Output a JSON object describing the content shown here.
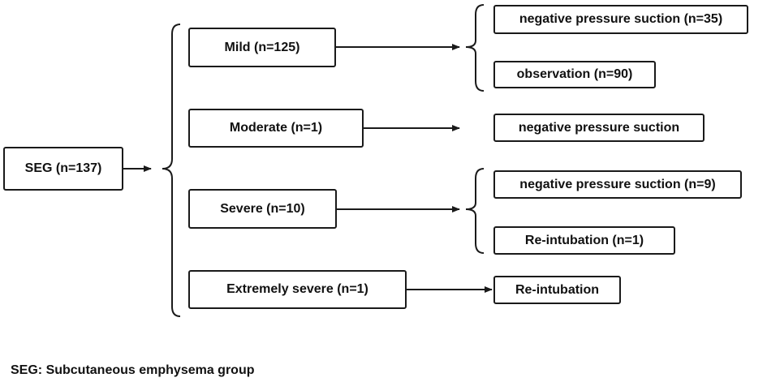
{
  "root": {
    "label": "SEG (n=137)"
  },
  "severities": [
    {
      "label": "Mild (n=125)"
    },
    {
      "label": "Moderate (n=1)"
    },
    {
      "label": "Severe (n=10)"
    },
    {
      "label": "Extremely severe (n=1)"
    }
  ],
  "outcomes": {
    "mild": [
      {
        "label": "negative pressure suction (n=35)"
      },
      {
        "label": "observation (n=90)"
      }
    ],
    "moderate": [
      {
        "label": "negative pressure suction"
      }
    ],
    "severe": [
      {
        "label": "negative pressure suction (n=9)"
      },
      {
        "label": "Re-intubation (n=1)"
      }
    ],
    "extremely_severe": [
      {
        "label": "Re-intubation"
      }
    ]
  },
  "footnote": "SEG: Subcutaneous emphysema group"
}
